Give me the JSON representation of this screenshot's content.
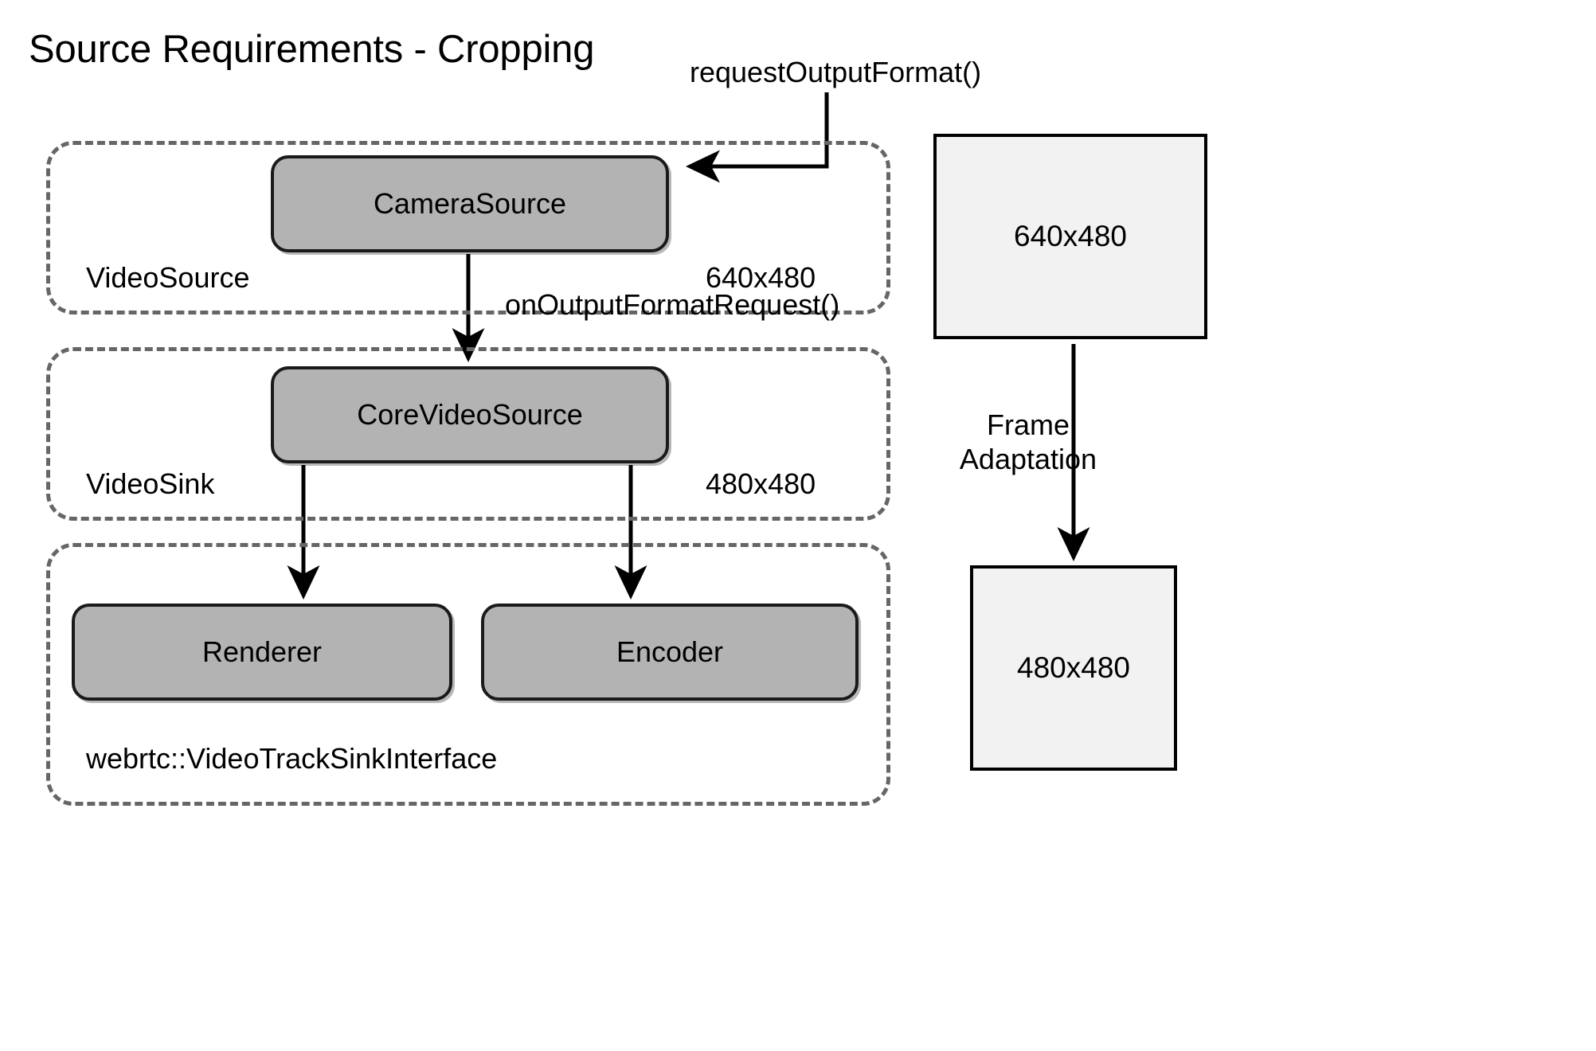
{
  "title": "Source Requirements - Cropping",
  "groups": [
    {
      "id": "videosource",
      "label": "VideoSource",
      "dimension": "640x480"
    },
    {
      "id": "videosink",
      "label": "VideoSink",
      "dimension": "480x480"
    },
    {
      "id": "sinkiface",
      "label": "webrtc::VideoTrackSinkInterface",
      "dimension": ""
    }
  ],
  "nodes": [
    {
      "id": "camerasource",
      "label": "CameraSource"
    },
    {
      "id": "corevideosource",
      "label": "CoreVideoSource"
    },
    {
      "id": "renderer",
      "label": "Renderer"
    },
    {
      "id": "encoder",
      "label": "Encoder"
    }
  ],
  "callouts": {
    "request_output_format": "requestOutputFormat()",
    "on_output_format_request": "onOutputFormatRequest()"
  },
  "frames": {
    "source_resolution": "640x480",
    "target_resolution": "480x480",
    "adaptation_label": "Frame\nAdaptation",
    "adaptation_line1": "Frame",
    "adaptation_line2": "Adaptation"
  },
  "colors": {
    "node_fill": "#b3b3b3",
    "node_stroke": "#1a1a1a",
    "group_stroke": "#666666",
    "frame_fill": "#f2f2f2",
    "frame_stroke": "#000000",
    "background": "#ffffff",
    "text": "#000000"
  }
}
